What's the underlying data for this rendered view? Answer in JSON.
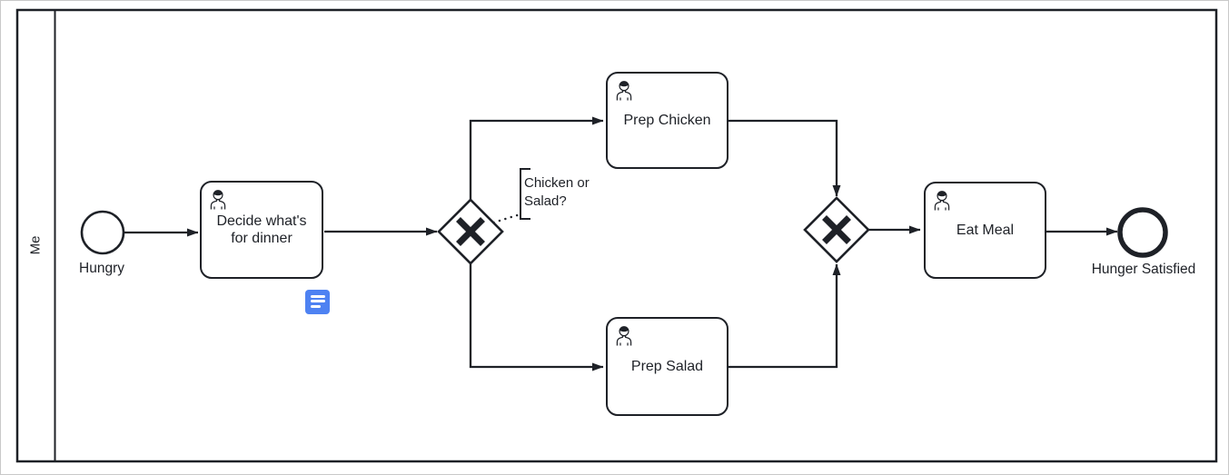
{
  "pool": {
    "lane_label": "Me"
  },
  "events": {
    "start": {
      "label": "Hungry",
      "type": "start-event"
    },
    "end": {
      "label": "Hunger Satisfied",
      "type": "end-event"
    }
  },
  "tasks": {
    "decide": {
      "lines": [
        "Decide what's",
        "for dinner"
      ],
      "type": "user-task"
    },
    "prep_chicken": {
      "label": "Prep Chicken",
      "type": "user-task"
    },
    "prep_salad": {
      "label": "Prep Salad",
      "type": "user-task"
    },
    "eat_meal": {
      "label": "Eat Meal",
      "type": "user-task"
    }
  },
  "gateways": {
    "split": {
      "type": "exclusive-gateway",
      "symbol": "X"
    },
    "join": {
      "type": "exclusive-gateway",
      "symbol": "X"
    }
  },
  "annotation": {
    "lines": [
      "Chicken or",
      "Salad?"
    ]
  },
  "badges": {
    "documentation": {
      "icon": "document-icon"
    }
  },
  "icons": {
    "task_marker": "user-icon"
  },
  "colors": {
    "stroke": "#1e2127",
    "fill": "#ffffff",
    "documentation_blue": "#4e82f2",
    "canvas_border": "#c9c9c9",
    "background": "#ffffff"
  }
}
